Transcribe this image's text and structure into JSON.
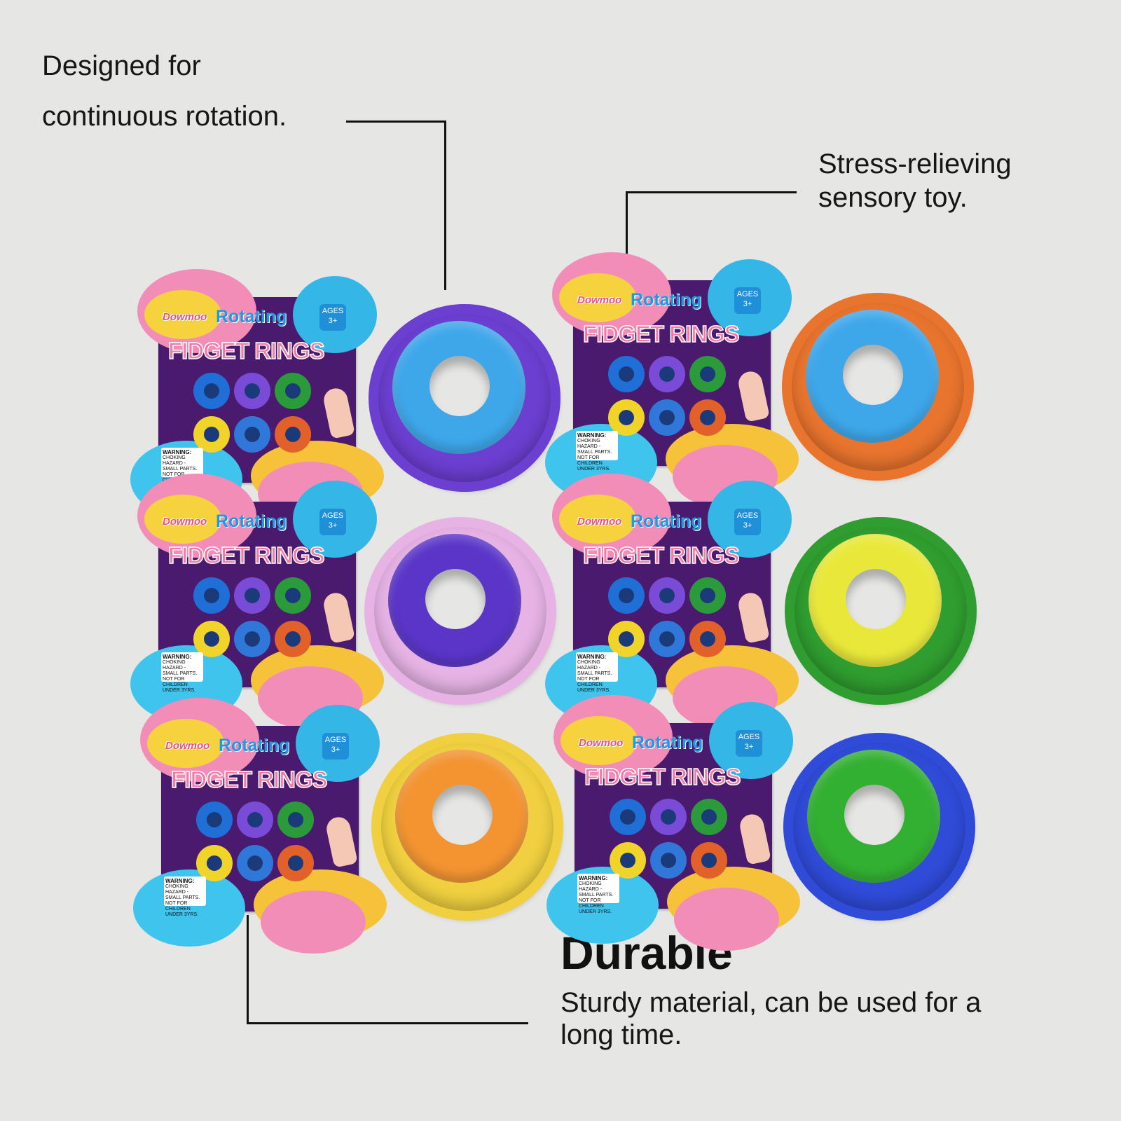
{
  "callouts": {
    "rotation_line1": "Designed for",
    "rotation_line2": "continuous rotation.",
    "stress_line1": "Stress-relieving",
    "stress_line2": "sensory toy.",
    "durable_title": "Durable",
    "durable_line1": "Sturdy material, can be used for a",
    "durable_line2": "long time."
  },
  "package": {
    "brand": "Dowmoo",
    "rotating": "Rotating",
    "title": "FIDGET RINGS",
    "ages_line1": "AGES",
    "ages_line2": "3+",
    "warning_title": "WARNING:",
    "warning_text": "CHOKING HAZARD - SMALL PARTS. NOT FOR CHILDREN UNDER 3YRS.",
    "mini_ring_colors": [
      "#1f6fd6",
      "#7a4bd6",
      "#2a9a3a",
      "#f0d42a",
      "#2f77d8",
      "#e2602a"
    ]
  },
  "rings": [
    {
      "outer": "#6b3fd0",
      "inner": "#3ea7ea",
      "hole": "#e6e6e4"
    },
    {
      "outer": "#e8742e",
      "inner": "#3ea7ea",
      "hole": "#e6e6e4"
    },
    {
      "outer": "#e6b3e4",
      "inner": "#5a35c8",
      "hole": "#e6e6e4"
    },
    {
      "outer": "#2f9d2f",
      "inner": "#e9e83a",
      "hole": "#e6e6e4"
    },
    {
      "outer": "#f0d040",
      "inner": "#f39431",
      "hole": "#e6e6e4"
    },
    {
      "outer": "#2f4bd8",
      "inner": "#32b032",
      "hole": "#e6e6e4"
    }
  ]
}
